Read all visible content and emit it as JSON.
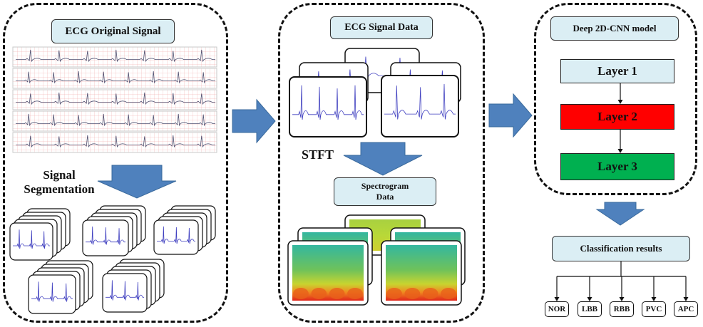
{
  "panel1": {
    "title": "ECG  Original Signal",
    "segmentation_label": "Signal\nSegmentation",
    "strip_count": 5
  },
  "panel2": {
    "title": "ECG  Signal Data",
    "stft_label": "STFT",
    "spectrogram_label": "Spectrogram\nData"
  },
  "panel3": {
    "title": "Deep 2D-CNN model",
    "layers": [
      {
        "label": "Layer 1",
        "color": "#dbeef4"
      },
      {
        "label": "Layer 2",
        "color": "#ff0000"
      },
      {
        "label": "Layer 3",
        "color": "#00b050"
      }
    ]
  },
  "results": {
    "title": "Classification results",
    "classes": [
      "NOR",
      "LBB",
      "RBB",
      "PVC",
      "APC"
    ]
  },
  "colors": {
    "arrow": "#4f81bd",
    "arrow_border": "#3a6a9c",
    "ecg_trace": "#4040c0",
    "grid": "#f0a0a0"
  }
}
